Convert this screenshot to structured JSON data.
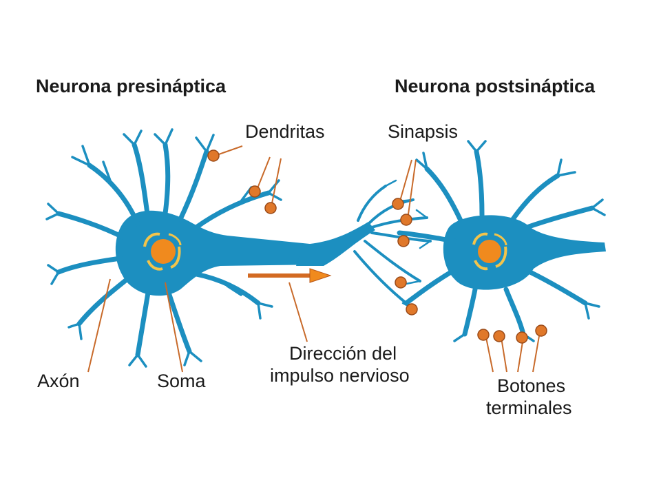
{
  "labels": {
    "pre": "Neurona presináptica",
    "post": "Neurona postsináptica",
    "dendritas": "Dendritas",
    "sinapsis": "Sinapsis",
    "axon": "Axón",
    "soma": "Soma",
    "direccion_1": "Dirección del",
    "direccion_2": "impulso nervioso",
    "botones_1": "Botones",
    "botones_2": "terminales"
  },
  "colors": {
    "neuron": "#1c8fc0",
    "nucleus": "#f08a1e",
    "organelle": "#f3c44a",
    "knob": "#e0782a",
    "pointer": "#c86a2a",
    "text": "#1a1a1a"
  }
}
